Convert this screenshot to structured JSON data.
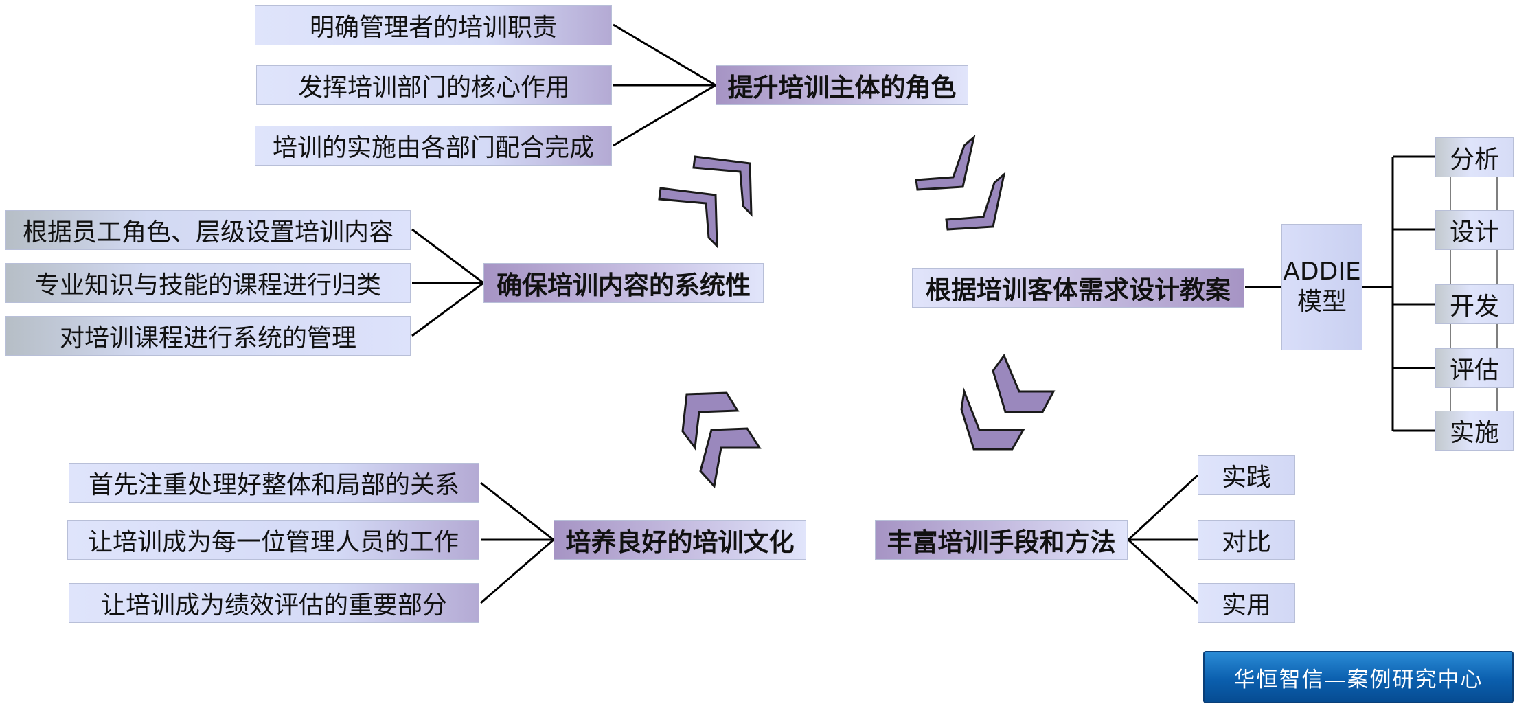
{
  "top": {
    "center": "提升培训主体的角色",
    "items": [
      "明确管理者的培训职责",
      "发挥培训部门的核心作用",
      "培训的实施由各部门配合完成"
    ]
  },
  "left": {
    "center": "确保培训内容的系统性",
    "items": [
      "根据员工角色、层级设置培训内容",
      "专业知识与技能的课程进行归类",
      "对培训课程进行系统的管理"
    ]
  },
  "right": {
    "center": "根据培训客体需求设计教案",
    "model_line1": "ADDIE",
    "model_line2": "模型",
    "steps": [
      "分析",
      "设计",
      "开发",
      "评估",
      "实施"
    ]
  },
  "bottom_right": {
    "center": "丰富培训手段和方法",
    "items": [
      "实践",
      "对比",
      "实用"
    ]
  },
  "bottom_left": {
    "center": "培养良好的培训文化",
    "items": [
      "首先注重处理好整体和局部的关系",
      "让培训成为每一位管理人员的工作",
      "让培训成为绩效评估的重要部分"
    ]
  },
  "logo": {
    "text": "华恒智信—案例研究中心"
  },
  "colors": {
    "accent_purple": "#9a88bd",
    "box_blue": "#d9def9",
    "logo_blue": "#0b5fae"
  }
}
